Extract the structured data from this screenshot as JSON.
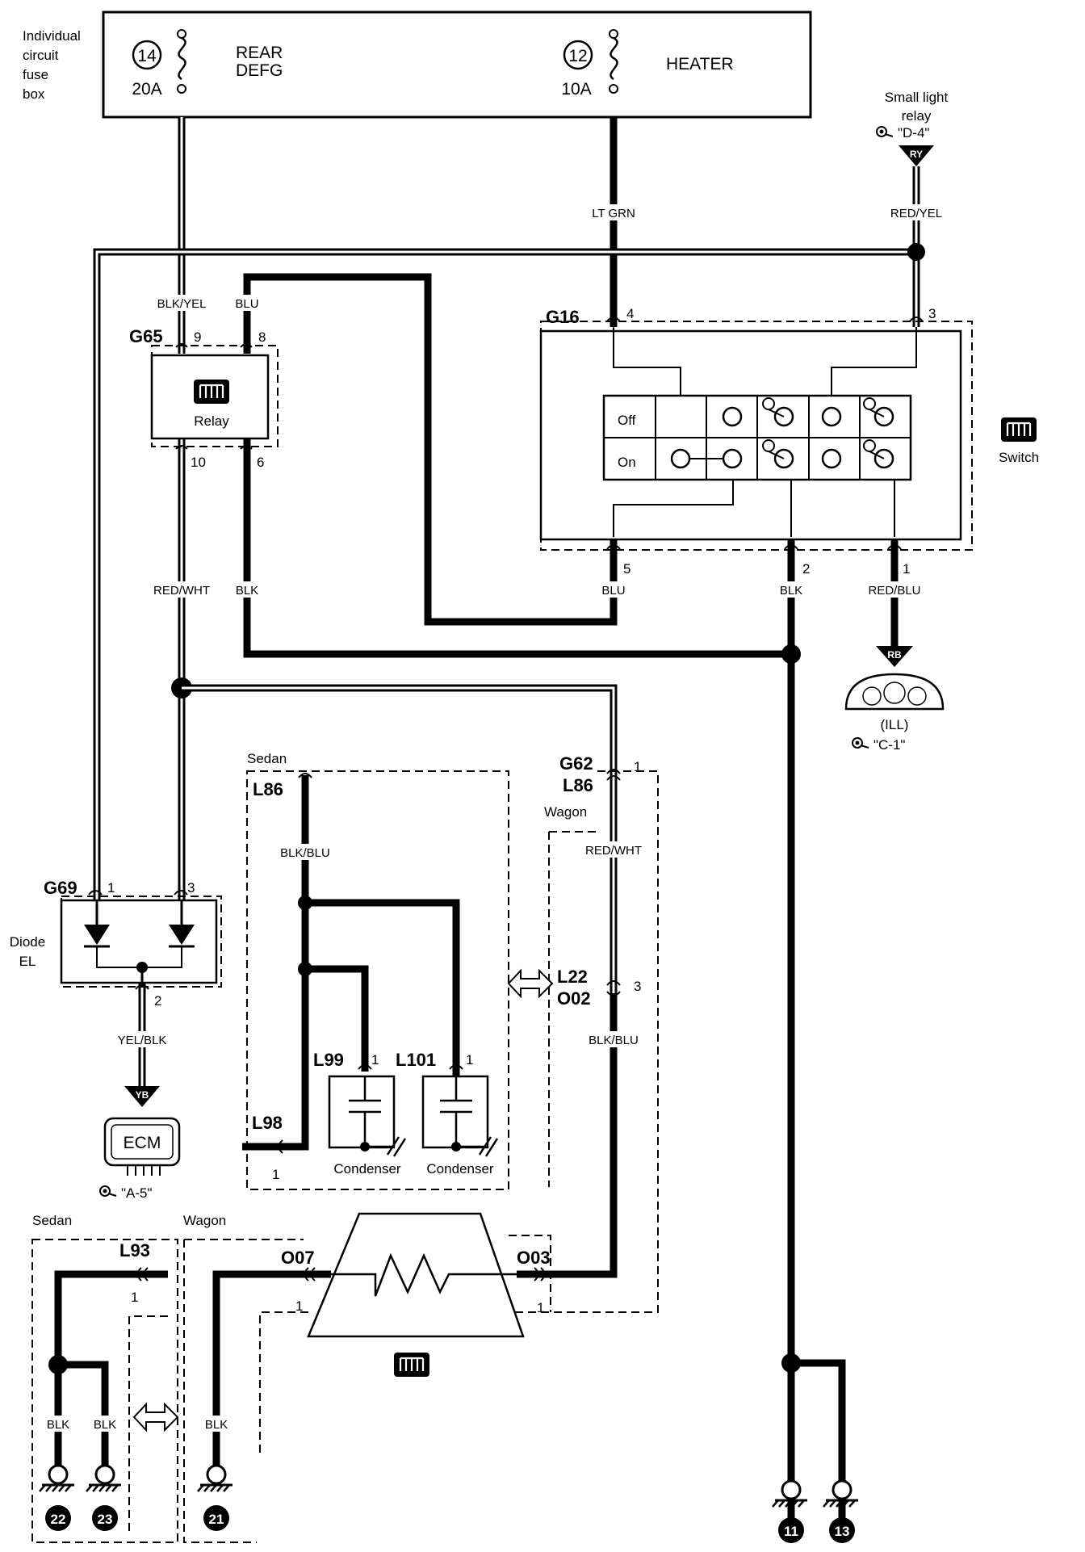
{
  "fuse_box": {
    "title": [
      "Individual",
      "circuit",
      "fuse",
      "box"
    ],
    "fuse1": {
      "number": "14",
      "amps": "20A",
      "label": [
        "REAR",
        "DEFG"
      ]
    },
    "fuse2": {
      "number": "12",
      "amps": "10A",
      "label": "HEATER"
    }
  },
  "small_light_relay": {
    "label": [
      "Small light",
      "relay"
    ],
    "ref": "\"D-4\"",
    "badge": "RY"
  },
  "wires": {
    "blk_yel": "BLK/YEL",
    "blu": "BLU",
    "lt_grn": "LT GRN",
    "red_yel": "RED/YEL",
    "red_wht": "RED/WHT",
    "blk": "BLK",
    "blu2": "BLU",
    "blk2": "BLK",
    "red_blu": "RED/BLU",
    "blk_blu": "BLK/BLU",
    "red_wht2": "RED/WHT",
    "blk_blu2": "BLK/BLU",
    "yel_blk": "YEL/BLK",
    "blk_g22": "BLK",
    "blk_g23": "BLK",
    "blk_g21": "BLK"
  },
  "relay": {
    "connector": "G65",
    "label": "Relay",
    "pins": [
      "9",
      "8",
      "10",
      "6"
    ]
  },
  "switch": {
    "connector": "G16",
    "label": "Switch",
    "pins_top": [
      "4",
      "3"
    ],
    "pins_bottom": [
      "5",
      "2",
      "1"
    ],
    "rows": [
      "Off",
      "On"
    ]
  },
  "meter": {
    "label": "(ILL)",
    "ref": "\"C-1\"",
    "badge": "RB"
  },
  "diode": {
    "connector": "G69",
    "label": [
      "Diode",
      "EL"
    ],
    "pins": [
      "1",
      "3",
      "2"
    ]
  },
  "ecm": {
    "label": "ECM",
    "ref": "\"A-5\"",
    "badge": "YB"
  },
  "sedan_box": {
    "title": "Sedan",
    "connector": "L86",
    "connector2": "L98",
    "pin_l98": "1",
    "condenser1": {
      "connector": "L99",
      "pin": "1",
      "label": "Condenser"
    },
    "condenser2": {
      "connector": "L101",
      "pin": "1",
      "label": "Condenser"
    }
  },
  "wagon_box": {
    "title": "Wagon",
    "connectors": [
      "G62",
      "L86"
    ],
    "pin": "1",
    "connectors2": [
      "L22",
      "O02"
    ],
    "pin2": "3"
  },
  "heater_element": {
    "conn_left": "O07",
    "pin_left": "1",
    "conn_right": "O03",
    "pin_right": "1"
  },
  "ground_sedan": {
    "title": "Sedan",
    "connector": "L93",
    "pin": "1"
  },
  "ground_wagon": {
    "title": "Wagon"
  },
  "grounds": [
    "22",
    "23",
    "21",
    "11",
    "13"
  ]
}
